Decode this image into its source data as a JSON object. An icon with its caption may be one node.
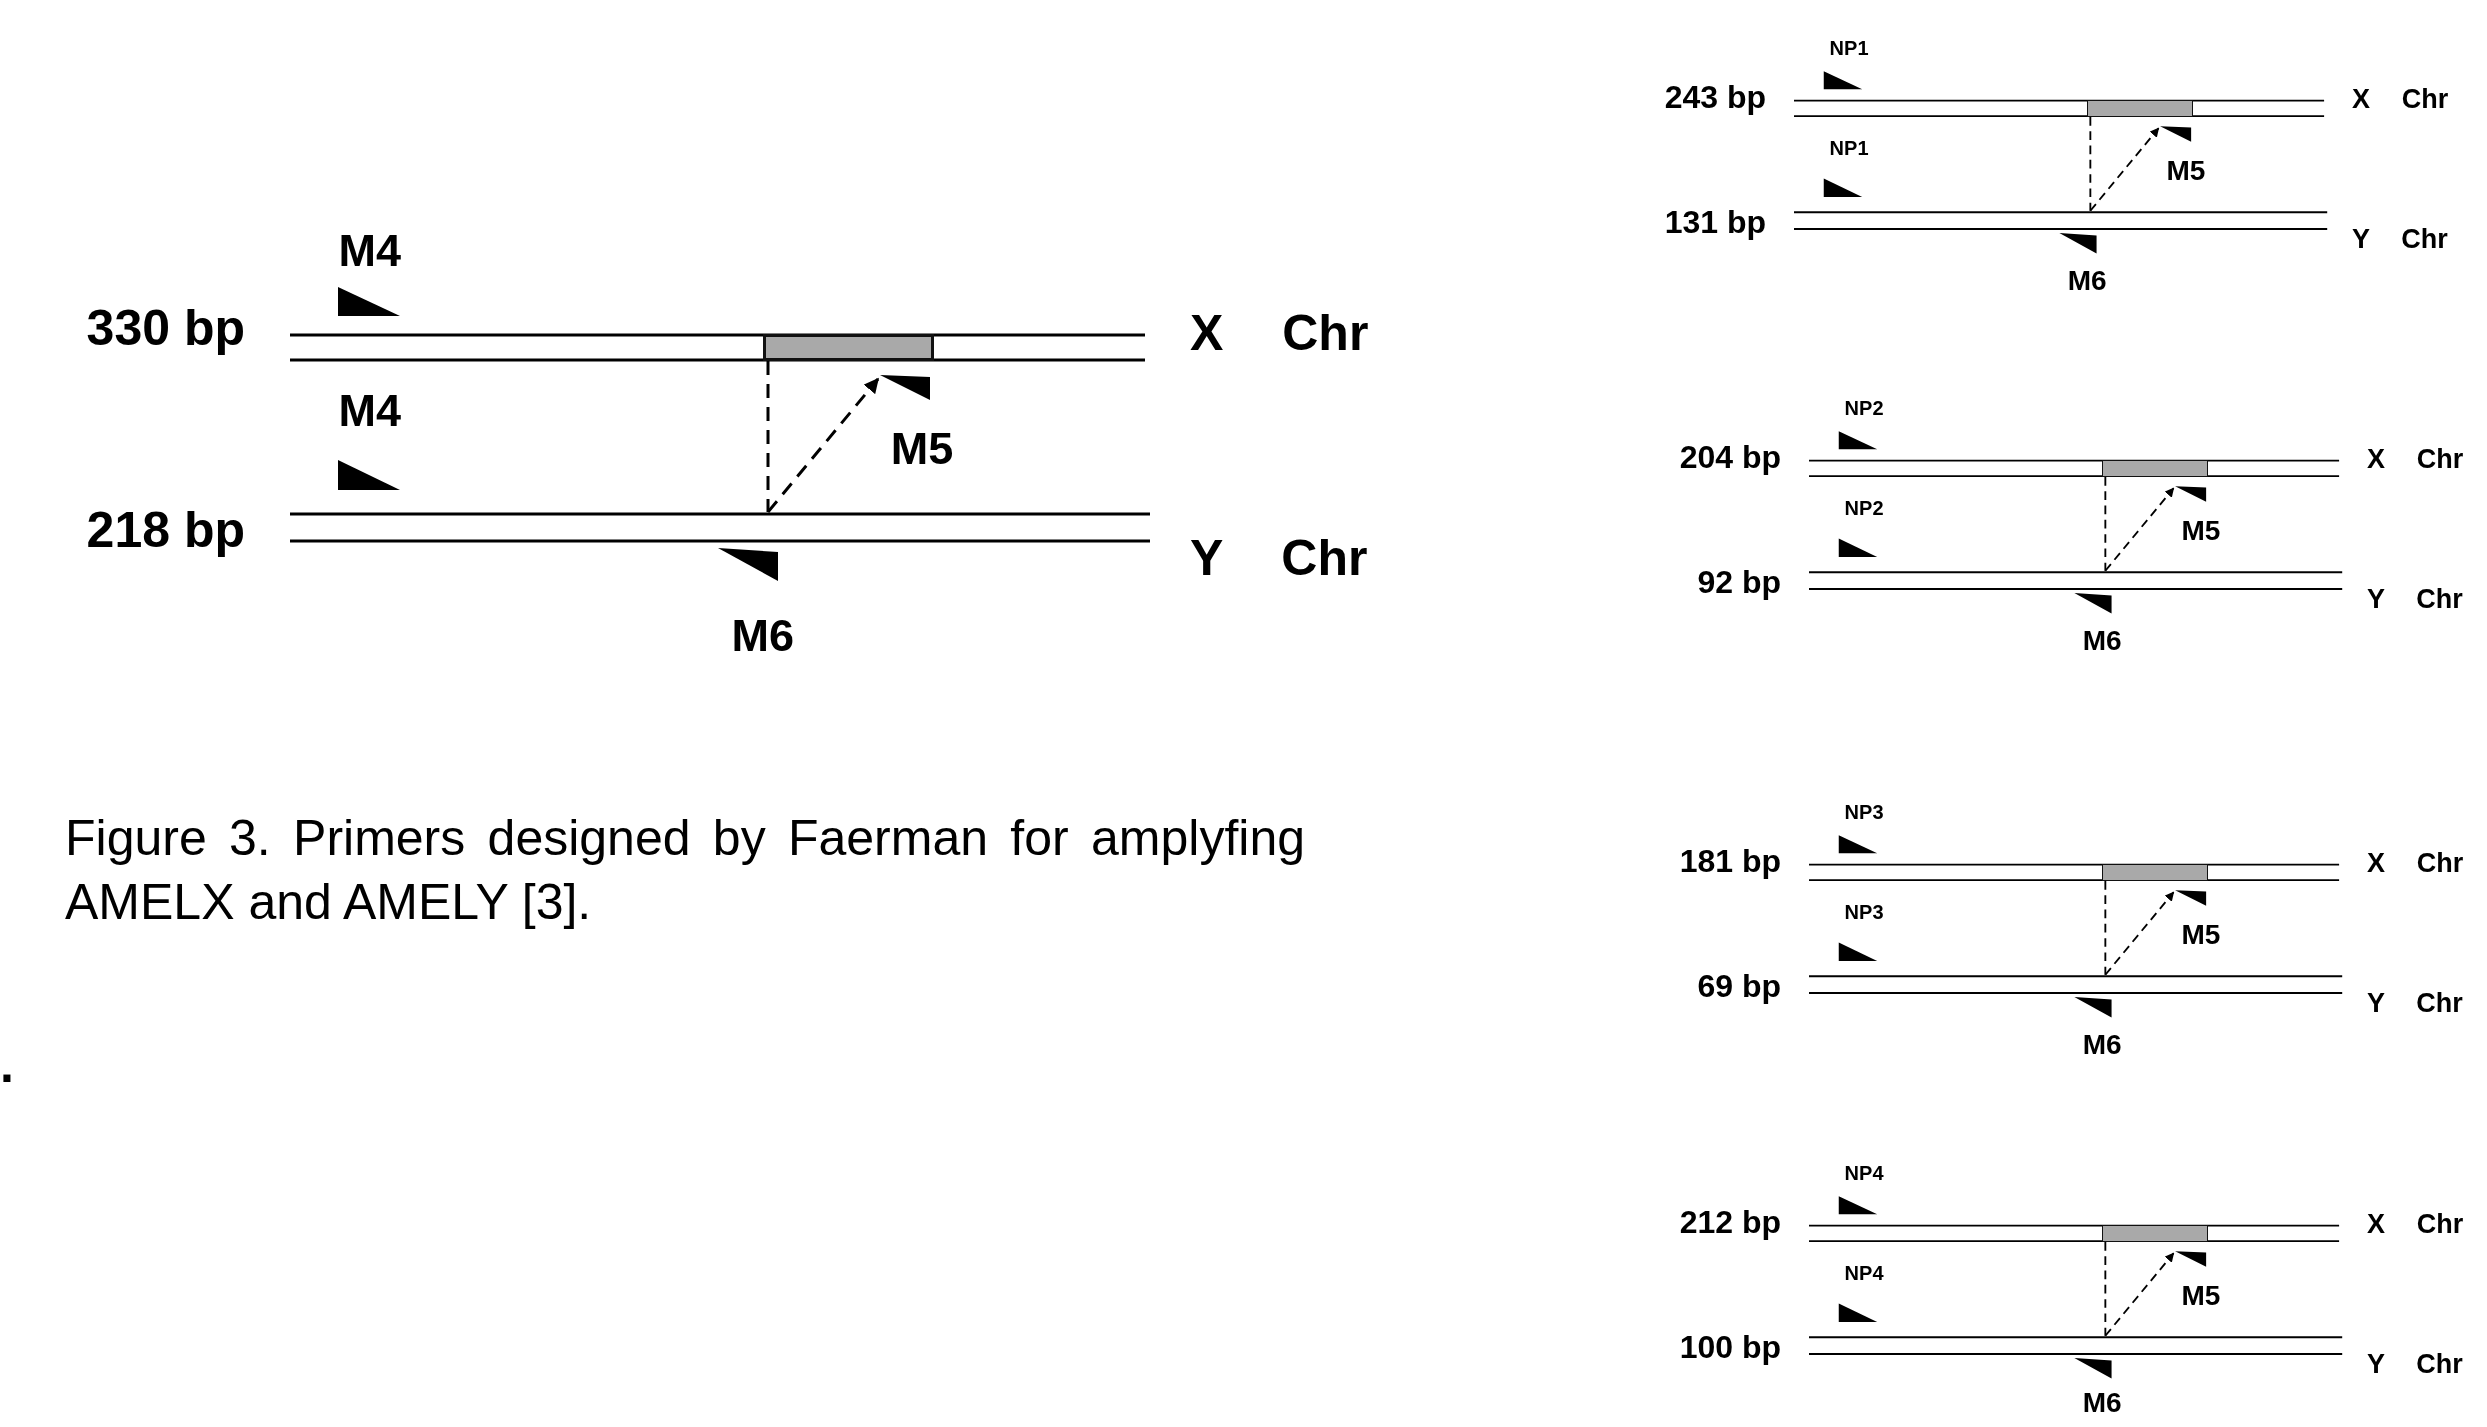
{
  "diagram": {
    "caption": "Figure 3. Primers designed by Faerman for amplyfing AMELX and AMELY [3].",
    "nodes": [
      {
        "text": [
          "X Chr"
        ],
        "beside": [
          "330 bp"
        ]
      },
      {
        "text": [],
        "shape": "bar",
        "in": 0
      },
      {
        "text": [
          "Y Chr"
        ],
        "beside": [
          "218 bp"
        ]
      },
      {
        "text": [
          "M5"
        ]
      },
      {
        "text": [
          "X Chr"
        ],
        "beside": [
          "243 bp"
        ]
      },
      {
        "text": [],
        "shape": "bar",
        "in": 4
      },
      {
        "text": [
          "Y Chr"
        ],
        "beside": [
          "131 bp"
        ]
      },
      {
        "text": [
          "M5"
        ]
      },
      {
        "text": [
          "X Chr"
        ],
        "beside": [
          "204 bp"
        ]
      },
      {
        "text": [],
        "shape": "bar",
        "in": 8
      },
      {
        "text": [
          "Y Chr"
        ],
        "beside": [
          "92 bp"
        ]
      },
      {
        "text": [
          "M5"
        ]
      },
      {
        "text": [
          "X Chr"
        ],
        "beside": [
          "181 bp"
        ]
      },
      {
        "text": [],
        "shape": "bar",
        "in": 12
      },
      {
        "text": [
          "Y Chr"
        ],
        "beside": [
          "69 bp"
        ]
      },
      {
        "text": [
          "M5"
        ]
      },
      {
        "text": [
          "X Chr"
        ],
        "beside": [
          "212 bp"
        ]
      },
      {
        "text": [],
        "shape": "bar",
        "in": 16
      },
      {
        "text": [
          "Y Chr"
        ],
        "beside": [
          "100 bp"
        ]
      },
      {
        "text": [
          "M5"
        ]
      }
    ],
    "edges": [
      {
        "from": 1,
        "to": 2,
        "arrow": "none",
        "style": "dashed"
      },
      {
        "from": 2,
        "to": 3,
        "arrow": "to",
        "style": "dashed"
      },
      {
        "from": 5,
        "to": 6,
        "arrow": "none",
        "style": "dashed"
      },
      {
        "from": 6,
        "to": 7,
        "arrow": "to",
        "style": "dashed"
      },
      {
        "from": 9,
        "to": 10,
        "arrow": "none",
        "style": "dashed"
      },
      {
        "from": 10,
        "to": 11,
        "arrow": "to",
        "style": "dashed"
      },
      {
        "from": 13,
        "to": 14,
        "arrow": "none",
        "style": "dashed"
      },
      {
        "from": 14,
        "to": 15,
        "arrow": "to",
        "style": "dashed"
      },
      {
        "from": 17,
        "to": 18,
        "arrow": "none",
        "style": "dashed"
      },
      {
        "from": 18,
        "to": 19,
        "arrow": "to",
        "style": "dashed"
      }
    ],
    "labels": [
      "M4",
      "M4",
      "M6",
      "NP1",
      "NP1",
      "M6",
      "NP2",
      "NP2",
      "M6",
      "NP3",
      "NP3",
      "M6",
      "NP4",
      "NP4",
      "M6",
      "."
    ]
  }
}
